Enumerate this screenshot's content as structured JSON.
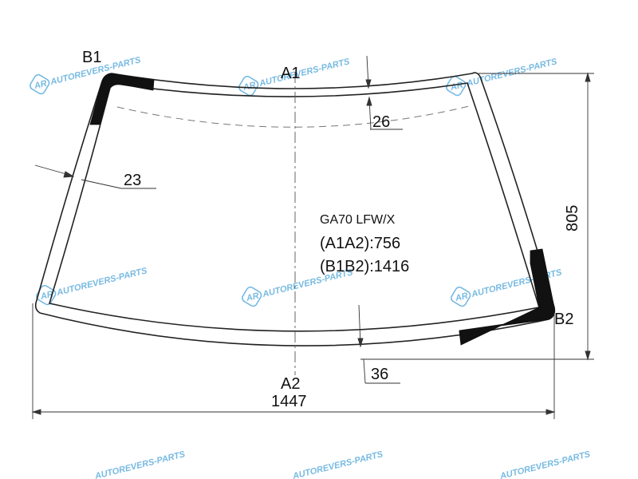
{
  "labels": {
    "b1": "B1",
    "a1": "A1",
    "b2": "B2",
    "a2": "A2"
  },
  "dimensions": {
    "height": "805",
    "width": "1447",
    "top_band": "26",
    "side_band": "23",
    "bottom_band": "36"
  },
  "info": {
    "code": "GA70 LFW/X",
    "a1a2": "(A1A2):756",
    "b1b2": "(B1B2):1416"
  },
  "watermark": {
    "text": "AUTOREVERS-PARTS",
    "logo": "AR",
    "color": "#4aa3d8"
  },
  "colors": {
    "glass_outline": "#222222",
    "black_band": "#111111",
    "dimension_line": "#333333"
  }
}
